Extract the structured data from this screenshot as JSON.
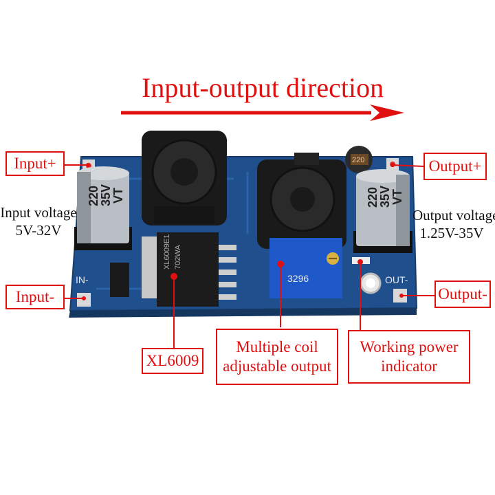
{
  "title": "Input-output direction",
  "colors": {
    "accent": "#e01010",
    "pcb": "#1f4f8c",
    "pad": "#d8d8d8"
  },
  "labels": {
    "input_plus": "Input+",
    "input_minus": "Input-",
    "output_plus": "Output+",
    "output_minus": "Output-",
    "xl6009": "XL6009",
    "coil_line1": "Multiple coil",
    "coil_line2": "adjustable output",
    "indicator_line1": "Working power",
    "indicator_line2": "indicator"
  },
  "notes": {
    "input_voltage_line1": "Input voltage",
    "input_voltage_line2": "5V-32V",
    "output_voltage_line1": "Output voltage",
    "output_voltage_line2": "1.25V-35V"
  },
  "silkscreen": {
    "in_minus": "IN-",
    "out_minus": "OUT-",
    "cap_left": [
      "220",
      "35V",
      "VT"
    ],
    "cap_right": [
      "220",
      "35V",
      "VT"
    ],
    "chip_lines": [
      "XL6009E1",
      "702WA"
    ],
    "inductor_small": "220",
    "trimpot": "3296"
  }
}
